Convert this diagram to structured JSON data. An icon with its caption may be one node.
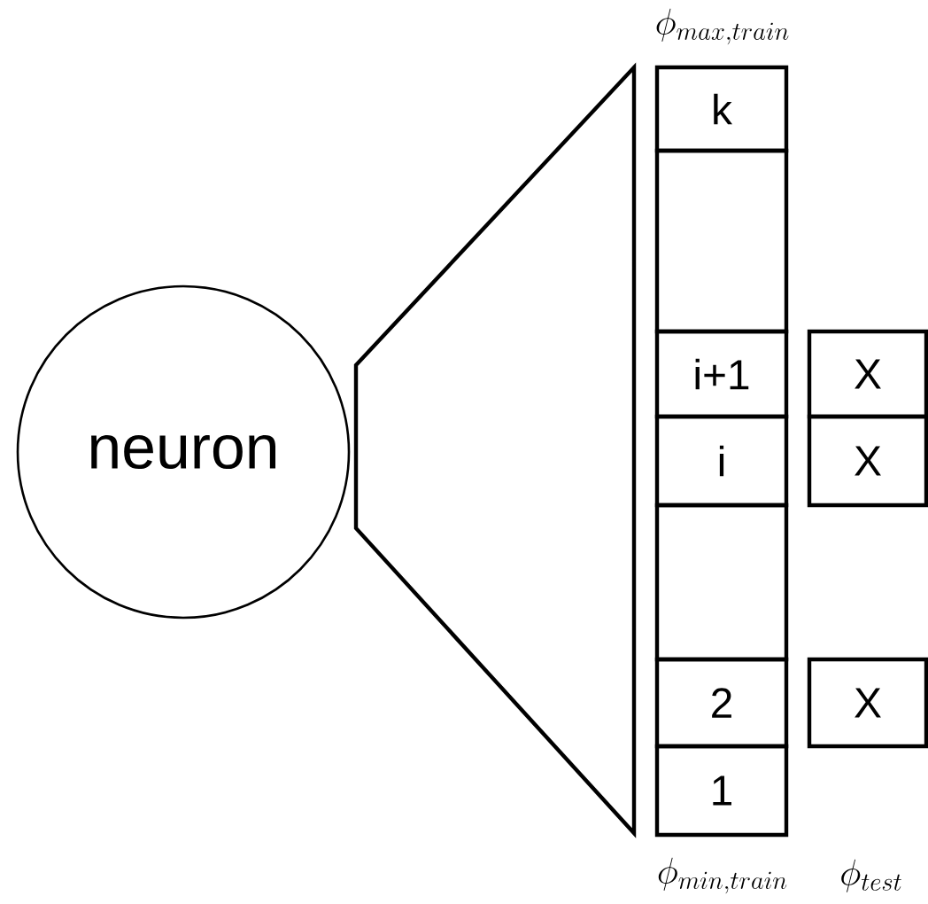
{
  "diagram": {
    "nodes": [
      {
        "text": [
          "neuron"
        ]
      },
      {
        "text": [
          "k"
        ]
      },
      {
        "text": [],
        "shape": "box"
      },
      {
        "text": [
          "i+1"
        ]
      },
      {
        "text": [
          "i"
        ]
      },
      {
        "text": [],
        "shape": "box"
      },
      {
        "text": [
          "2"
        ]
      },
      {
        "text": [
          "1"
        ]
      },
      {
        "text": [
          "X"
        ]
      },
      {
        "text": [
          "X"
        ]
      },
      {
        "text": [
          "X"
        ]
      }
    ],
    "edges": [],
    "labels": [
      "\\phi_{max,train}",
      "\\phi_{min,train}",
      "\\phi_{test}"
    ]
  }
}
